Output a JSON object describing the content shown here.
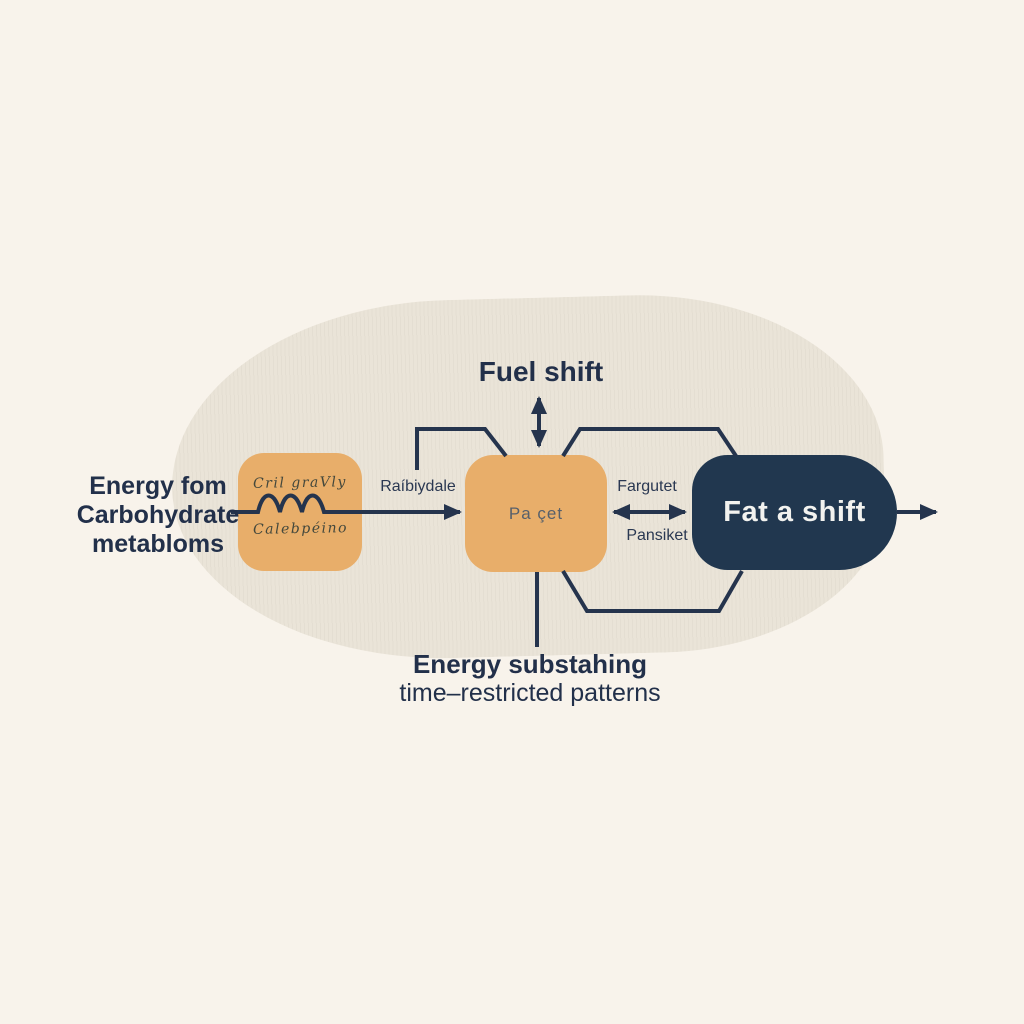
{
  "title": "Fuel shift metabolism diagram",
  "colors": {
    "background": "#f8f3eb",
    "blob": "#eae4d8",
    "box_orange": "#e8ae6a",
    "box_navy": "#21374f",
    "line": "#25344d",
    "text_dark": "#22304a",
    "text_white": "#f2f2ef"
  },
  "labels": {
    "fuel_shift": "Fuel shift",
    "left_title": {
      "line1": "Energy fom",
      "line2": "Carbohydrate",
      "line3": "metabloms"
    },
    "arrow_left": "Raíbiydale",
    "arrow_right_top": "Fargutet",
    "arrow_right_bottom": "Pansiket",
    "caption_line1": "Energy substahing",
    "caption_line2": "time–restricted patterns"
  },
  "nodes": {
    "carb_box": {
      "text_top": "Cril graVly",
      "text_bottom": "Calebpéino"
    },
    "center_box": {
      "label": "Pa çet"
    },
    "fat_box": {
      "label": "Fat a shift"
    }
  },
  "icons": {
    "wave_line": "zigzag-wave-icon",
    "arrows": [
      "right-arrow-icon",
      "double-vertical-arrow-icon",
      "double-horizontal-arrow-icon",
      "exit-right-arrow-icon"
    ]
  }
}
